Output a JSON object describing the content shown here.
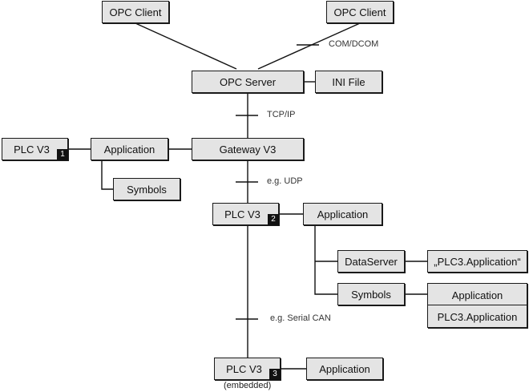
{
  "nodes": {
    "opc_client_left": "OPC Client",
    "opc_client_right": "OPC Client",
    "opc_server": "OPC Server",
    "ini_file": "INI File",
    "gateway": "Gateway V3",
    "plc1": {
      "label": "PLC V3",
      "badge": "1"
    },
    "plc1_application": "Application",
    "plc1_symbols": "Symbols",
    "plc2": {
      "label": "PLC V3",
      "badge": "2"
    },
    "plc2_application": "Application",
    "dataserver": "DataServer",
    "dataserver_target": "„PLC3.Application“",
    "plc2_symbols": "Symbols",
    "symbols_target": [
      "Application",
      "PLC3.Application"
    ],
    "plc3": {
      "label": "PLC V3",
      "badge": "3",
      "note": "(embedded)"
    },
    "plc3_application": "Application"
  },
  "connections": {
    "clients_to_server": "COM/DCOM",
    "server_to_gateway": "TCP/IP",
    "gateway_to_plc2": "e.g. UDP",
    "plc2_to_plc3": "e.g. Serial CAN"
  }
}
